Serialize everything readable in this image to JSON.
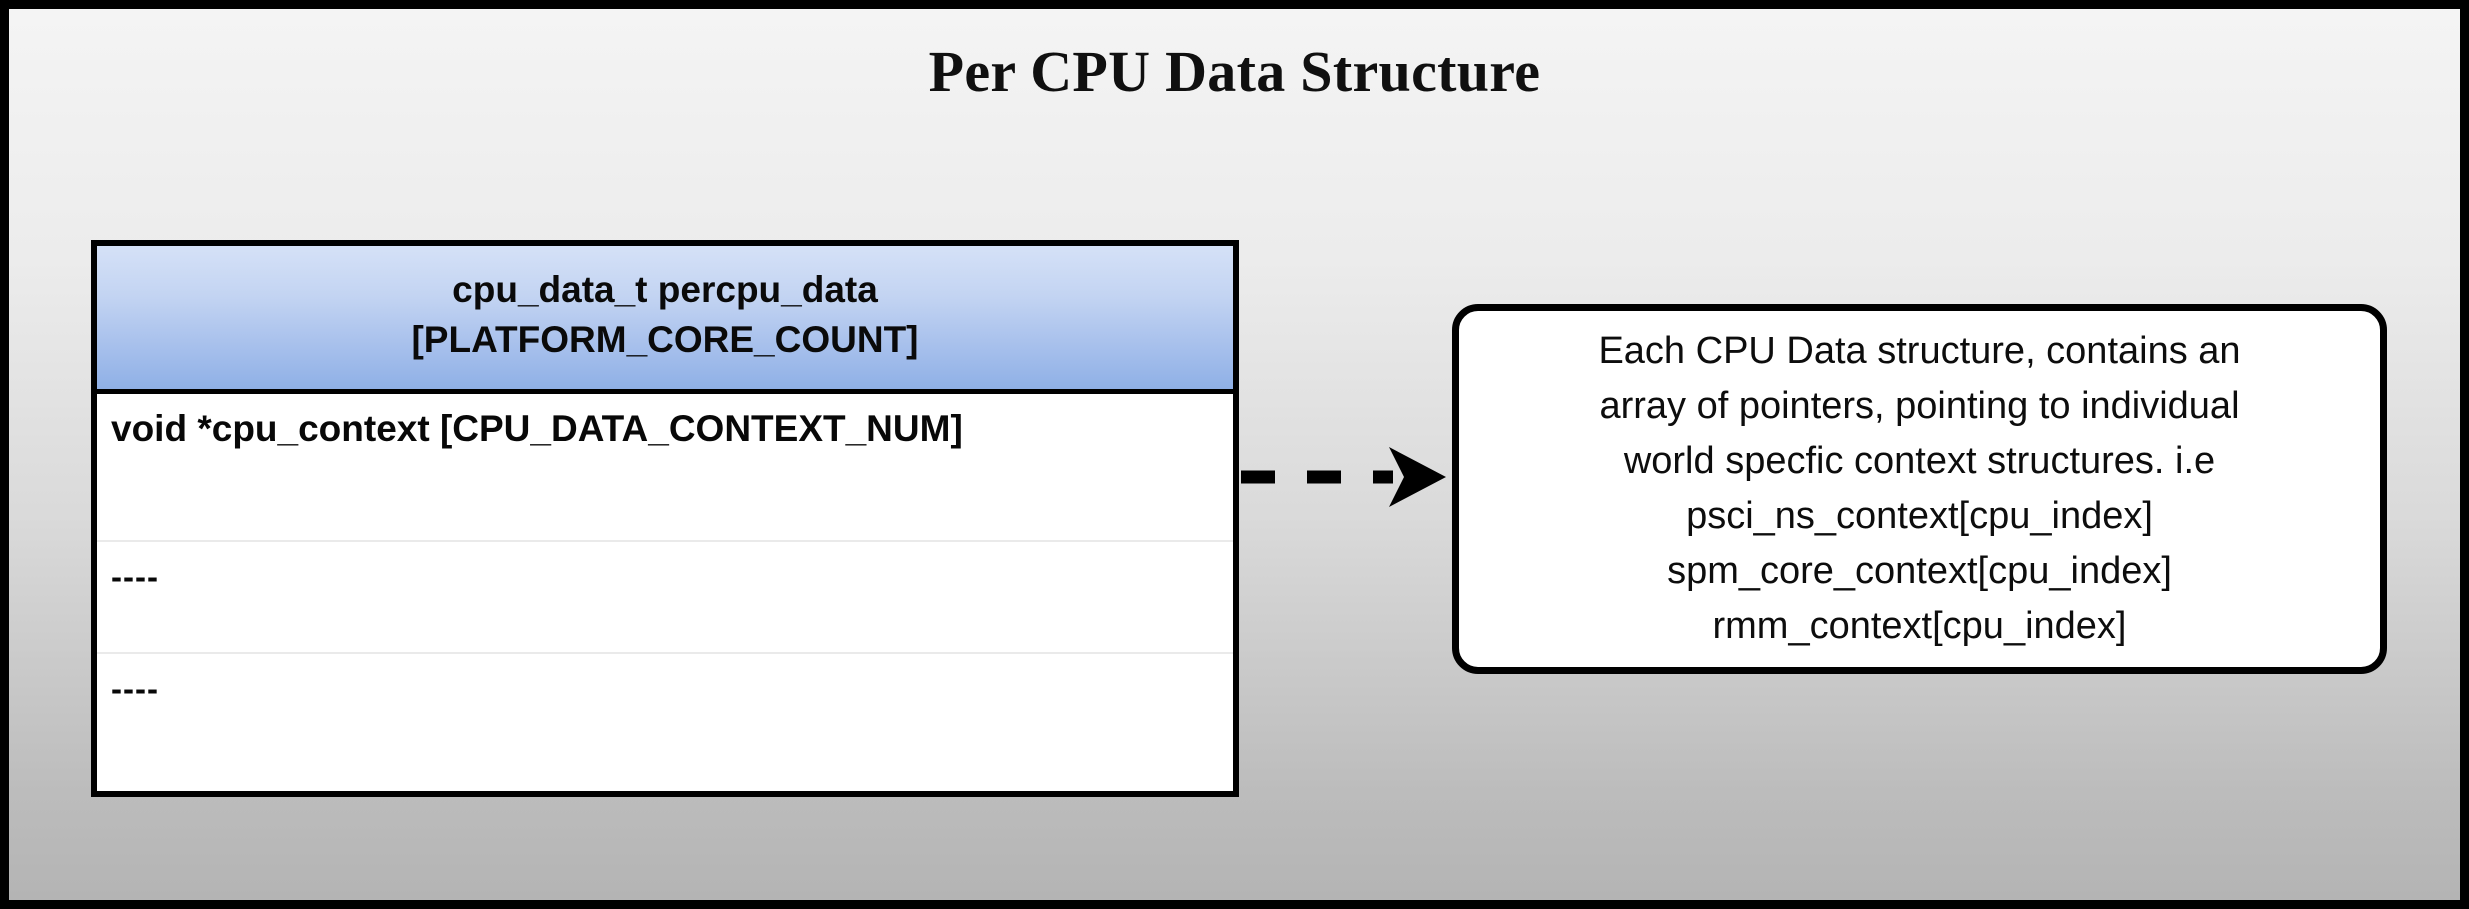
{
  "slide": {
    "title": "Per CPU Data Structure",
    "background_top_color": "#f4f4f4",
    "background_bottom_color": "#b4b4b4",
    "border_color": "#000000"
  },
  "struct_table": {
    "header": {
      "line1": "cpu_data_t percpu_data",
      "line2": "[PLATFORM_CORE_COUNT]",
      "gradient_top_color": "#d5e1f7",
      "gradient_bottom_color": "#8fb0e6"
    },
    "rows": [
      {
        "text": "void *cpu_context [CPU_DATA_CONTEXT_NUM]"
      },
      {
        "text": "----"
      },
      {
        "text": "----"
      }
    ]
  },
  "connector": {
    "style": "dashed-arrow",
    "direction": "right",
    "color": "#000000",
    "dash_count": 3
  },
  "callout": {
    "lines": [
      "Each CPU Data structure, contains an",
      "array of pointers, pointing to individual",
      "world specfic context structures. i.e",
      "psci_ns_context[cpu_index]",
      "spm_core_context[cpu_index]",
      "rmm_context[cpu_index]"
    ],
    "border_color": "#000000",
    "background_color": "#ffffff"
  }
}
